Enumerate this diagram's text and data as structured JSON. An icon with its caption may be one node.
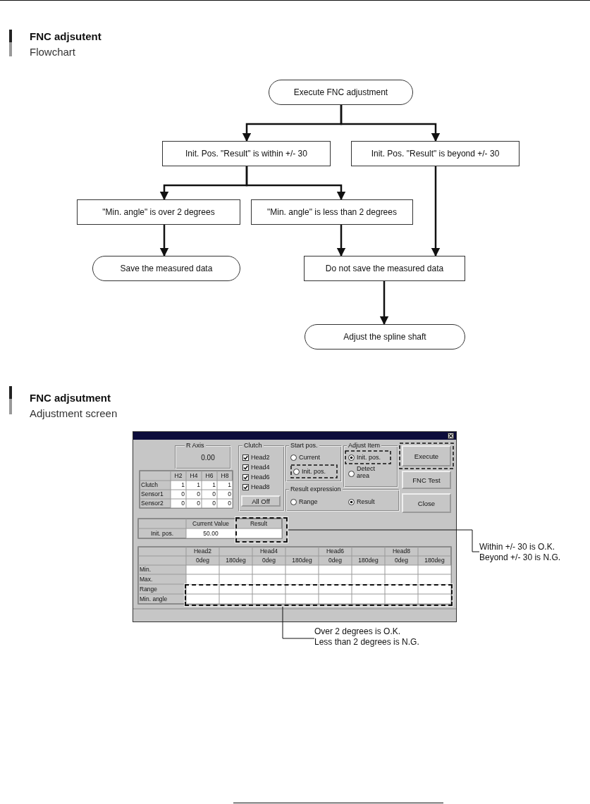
{
  "diagram": {
    "nodes": [
      {
        "text": [
          "Execute FNC adjustment"
        ]
      },
      {
        "text": [
          "Init. Pos. \"Result\" is within +/- 30"
        ]
      },
      {
        "text": [
          "Init. Pos. \"Result\" is beyond +/- 30"
        ]
      },
      {
        "text": [
          "\"Min. angle\" is over 2 degrees"
        ]
      },
      {
        "text": [
          "\"Min. angle\" is less than 2 degrees"
        ]
      },
      {
        "text": [
          "Save the measured data"
        ]
      },
      {
        "text": [
          "Do not save the measured data"
        ]
      },
      {
        "text": [
          "Adjust the spline shaft"
        ]
      },
      {
        "text": [
          "Within +/- 30 is O.K.",
          "Beyond +/- 30 is N.G."
        ]
      },
      {
        "text": [],
        "shape": "box"
      },
      {
        "text": [
          "Over 2 degrees is O.K.",
          "Less than 2 degrees is N.G."
        ]
      },
      {
        "text": [],
        "shape": "box"
      }
    ],
    "edges": [
      {
        "from": 0,
        "to": 1,
        "arrow": "to"
      },
      {
        "from": 0,
        "to": 2,
        "arrow": "to"
      },
      {
        "from": 1,
        "to": 3,
        "arrow": "to"
      },
      {
        "from": 1,
        "to": 4,
        "arrow": "to"
      },
      {
        "from": 3,
        "to": 5,
        "arrow": "to"
      },
      {
        "from": 4,
        "to": 6,
        "arrow": "to"
      },
      {
        "from": 2,
        "to": 6,
        "arrow": "to"
      },
      {
        "from": 6,
        "to": 7,
        "arrow": "to"
      },
      {
        "from": 8,
        "to": 9,
        "arrow": "none"
      },
      {
        "from": 10,
        "to": 11,
        "arrow": "none"
      }
    ],
    "labels": [
      "FNC adjsutent",
      "Flowchart",
      "FNC adjsutment",
      "Adjustment screen",
      "R Axis",
      "Clutch",
      "Start pos.",
      "Adjust Item",
      "Execute",
      "0.00",
      "Head2",
      "Current",
      "Init. pos.",
      "Head4",
      "Init. pos.",
      "Detect area",
      "FNC Test",
      "H2",
      "H4",
      "H6",
      "H8",
      "Head6",
      "Clutch",
      "1",
      "1",
      "1",
      "1",
      "Head8",
      "Sensor1",
      "0",
      "0",
      "0",
      "0",
      "Result expression",
      "Sensor2",
      "0",
      "0",
      "0",
      "0",
      "All Off",
      "Range",
      "Result",
      "Close",
      "Current Value",
      "Result",
      "Init. pos.",
      "50.00",
      "Head2",
      "Head4",
      "Head6",
      "Head8",
      "0deg",
      "180deg",
      "0deg",
      "180deg",
      "0deg",
      "180deg",
      "0deg",
      "180deg",
      "Min.",
      "Max.",
      "Range",
      "Min. angle"
    ]
  }
}
